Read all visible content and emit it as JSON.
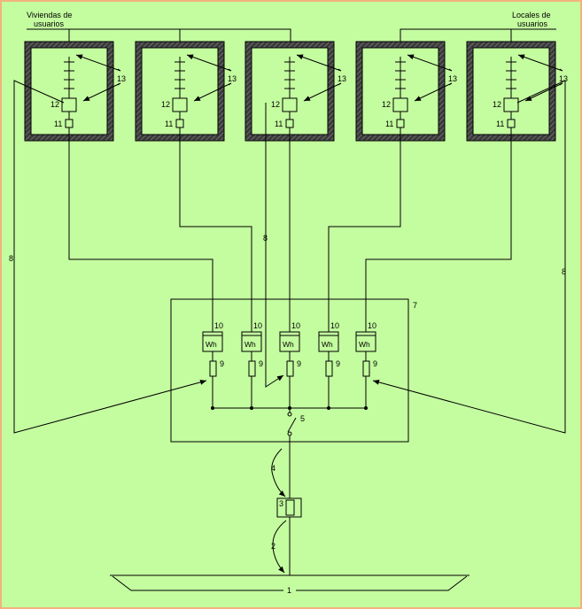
{
  "header": {
    "left_title_line1": "Viviendas de",
    "left_title_line2": "usuarios",
    "right_title_line1": "Locales de",
    "right_title_line2": "usuarios"
  },
  "labels": {
    "n1": "1",
    "n2": "2",
    "n3": "3",
    "n4": "4",
    "n5": "5",
    "n7": "7",
    "n8": "8",
    "n9": "9",
    "n10": "10",
    "n11": "11",
    "n12": "12",
    "n13": "13",
    "meter": "Wh"
  },
  "colors": {
    "background": "#c4fd9f",
    "border": "#f3b27f",
    "line": "#000000",
    "wall": "#555555"
  }
}
